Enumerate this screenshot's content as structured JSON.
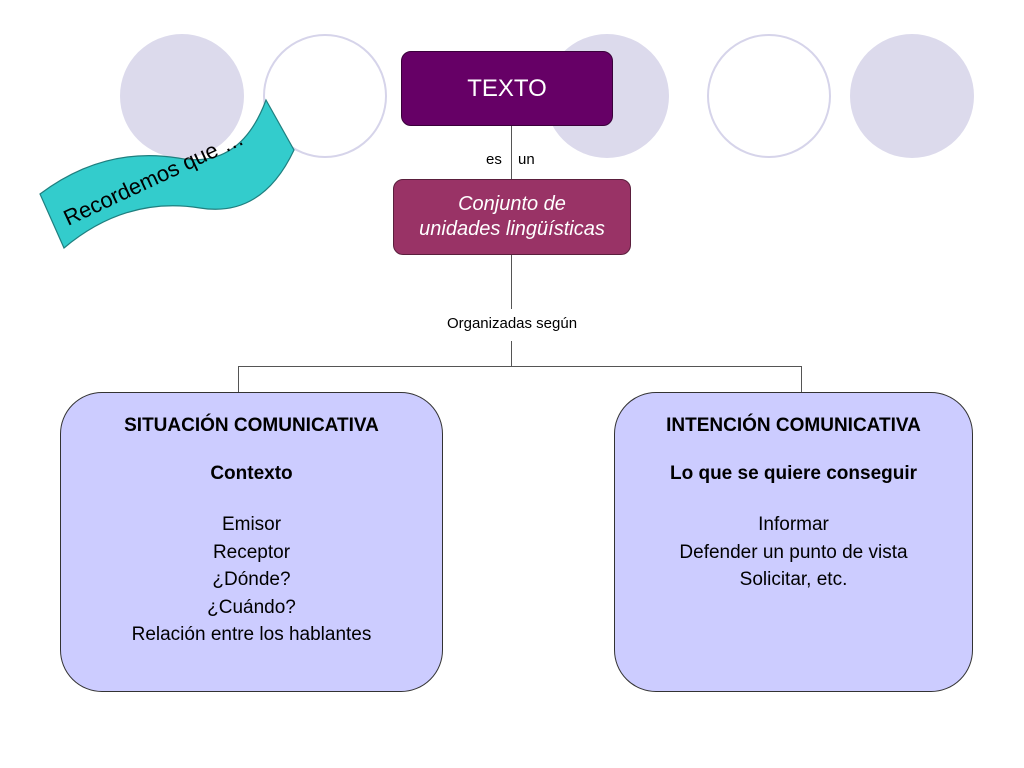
{
  "banner": {
    "text": "Recordemos que …",
    "color": "#33cccc"
  },
  "top_node": {
    "label": "TEXTO",
    "color": "#660066"
  },
  "connector_top": {
    "left_word": "es",
    "right_word": "un"
  },
  "mid_node": {
    "line1": "Conjunto de",
    "line2": "unidades lingüísticas",
    "color": "#993366"
  },
  "connector_mid": {
    "label": "Organizadas según"
  },
  "left_box": {
    "title": "SITUACIÓN COMUNICATIVA",
    "subtitle": "Contexto",
    "items": [
      "Emisor",
      "Receptor",
      "¿Dónde?",
      "¿Cuándo?",
      "Relación entre los hablantes"
    ],
    "color": "#ccccff"
  },
  "right_box": {
    "title": "INTENCIÓN COMUNICATIVA",
    "subtitle": "Lo que se quiere conseguir",
    "items": [
      "Informar",
      "Defender un punto de vista",
      "Solicitar, etc."
    ],
    "color": "#ccccff"
  }
}
